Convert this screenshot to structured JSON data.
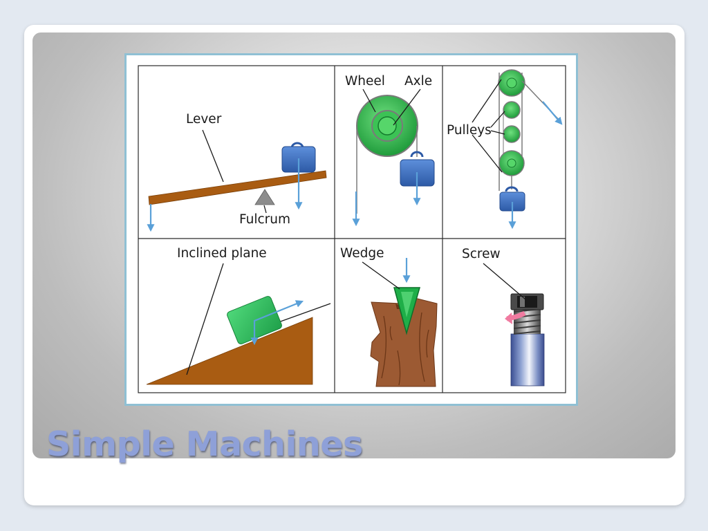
{
  "slide": {
    "title": "Simple Machines"
  },
  "diagram": {
    "labels": {
      "lever": "Lever",
      "fulcrum": "Fulcrum",
      "wheel": "Wheel",
      "axle": "Axle",
      "pulleys": "Pulleys",
      "inclined_plane": "Inclined plane",
      "wedge": "Wedge",
      "screw": "Screw"
    },
    "colors": {
      "frame_border": "#8fc0d4",
      "wood": "#a95c12",
      "weight_blue": "#3b6fbf",
      "arrow_blue": "#5aa0d8",
      "green": "#2ebd4e",
      "tree_bark": "#9c5a33"
    }
  }
}
